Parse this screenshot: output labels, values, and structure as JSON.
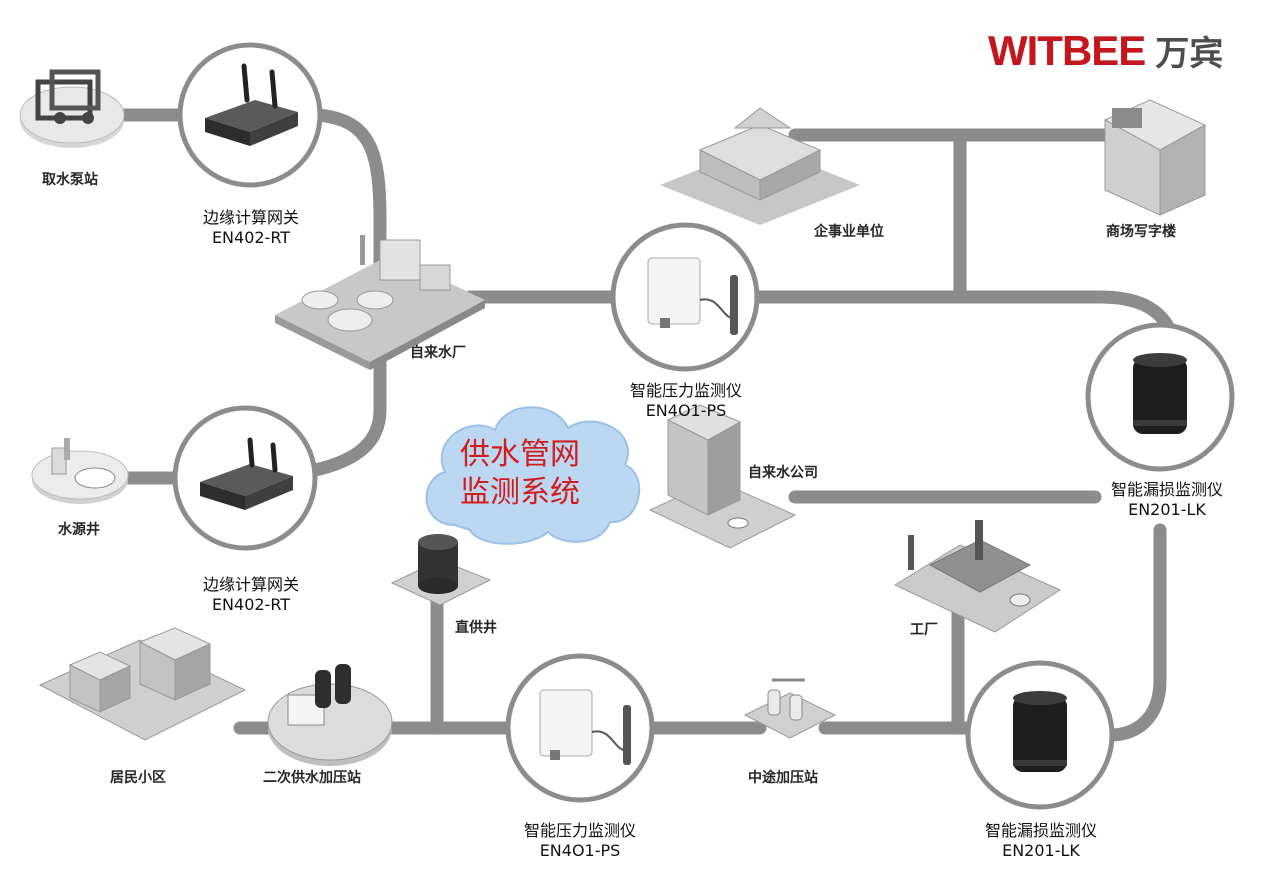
{
  "brand": {
    "name": "WITBEE",
    "cn_name": "万宾"
  },
  "cloud": {
    "line1": "供水管网",
    "line2": "监测系统"
  },
  "sites": {
    "pump_station": "取水泵站",
    "water_plant": "自来水厂",
    "source_well": "水源井",
    "enterprise": "企事业单位",
    "mall_office": "商场写字楼",
    "water_company": "自来水公司",
    "direct_well": "直供井",
    "factory": "工厂",
    "residential": "居民小区",
    "secondary_booster": "二次供水加压站",
    "midway_booster": "中途加压站"
  },
  "devices": {
    "gateway_top": {
      "name": "边缘计算网关",
      "model": "EN402-RT"
    },
    "gateway_bottom": {
      "name": "边缘计算网关",
      "model": "EN402-RT"
    },
    "pressure_top": {
      "name": "智能压力监测仪",
      "model": "EN4O1-PS"
    },
    "pressure_bottom": {
      "name": "智能压力监测仪",
      "model": "EN4O1-PS"
    },
    "leak_top": {
      "name": "智能漏损监测仪",
      "model": "EN201-LK"
    },
    "leak_bottom": {
      "name": "智能漏损监测仪",
      "model": "EN201-LK"
    }
  },
  "colors": {
    "pipe": "#8c8c8c",
    "brand_red": "#c4161c",
    "cloud_fill": "#bcd7f2",
    "cloud_text": "#d21d1d"
  }
}
